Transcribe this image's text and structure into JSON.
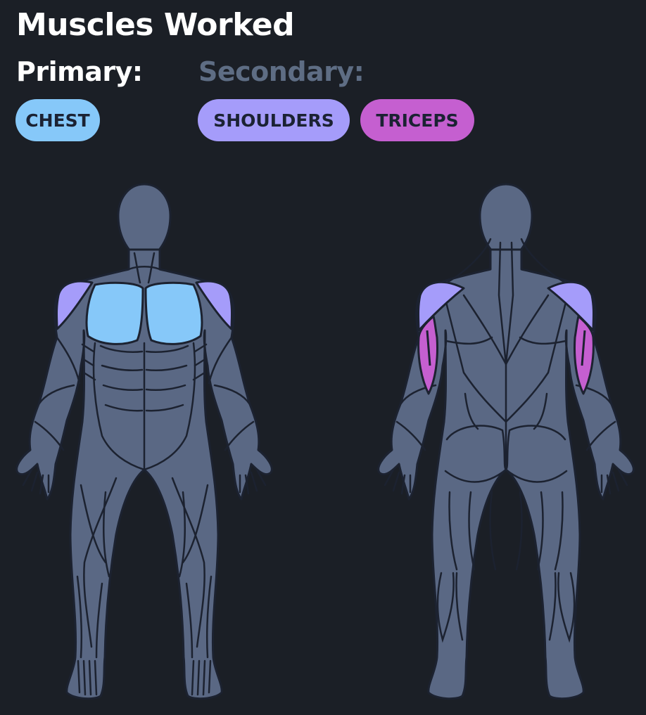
{
  "header": {
    "title": "Muscles Worked"
  },
  "groups": {
    "primary_label": "Primary:",
    "secondary_label": "Secondary:"
  },
  "chips": {
    "primary": [
      {
        "label": "CHEST",
        "color": "#86c8f9"
      }
    ],
    "secondary": [
      {
        "label": "SHOULDERS",
        "color": "#a59cfa"
      },
      {
        "label": "TRICEPS",
        "color": "#c55fd0"
      }
    ]
  },
  "colors": {
    "background": "#1b1f26",
    "body_fill": "#5a6884",
    "outline": "#1c2230",
    "chest": "#86c8f9",
    "shoulders": "#a59cfa",
    "triceps": "#c55fd0"
  },
  "figures": {
    "front": {
      "highlighted": [
        "chest",
        "shoulders"
      ]
    },
    "back": {
      "highlighted": [
        "shoulders",
        "triceps"
      ]
    }
  }
}
